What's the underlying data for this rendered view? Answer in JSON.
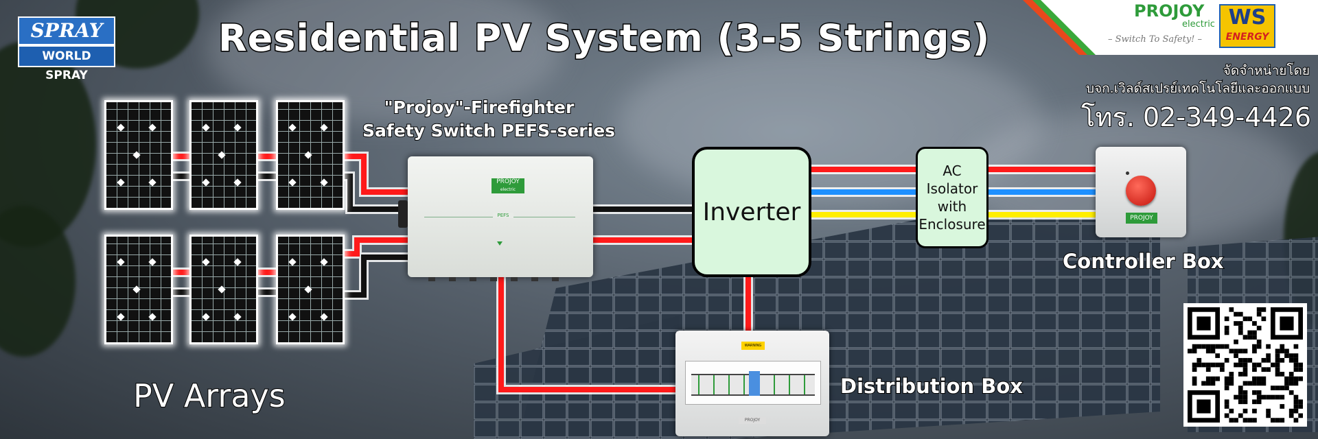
{
  "title": "Residential PV System (3-5 Strings)",
  "spray_logo": {
    "top": "SPRAY",
    "bottom": "WORLD SPRAY"
  },
  "brand": {
    "projoy": "PROJOY",
    "projoy_sub": "electric",
    "slogan": "– Switch To Safety! –",
    "ws": "WS",
    "ws_sub": "ENERGY"
  },
  "distributor": {
    "line1": "จัดจำหน่ายโดย",
    "line2": "บจก.เวิลด์สเปรย์เทคโนโลยีและออกแบบ",
    "phone": "โทร. 02-349-4426"
  },
  "labels": {
    "pefs_caption_1": "\"Projoy\"-Firefighter",
    "pefs_caption_2": "Safety Switch PEFS-series",
    "inverter": "Inverter",
    "ac_isolator": [
      "AC",
      "Isolator",
      "with",
      "Enclosure"
    ],
    "controller_box": "Controller Box",
    "distribution_box": "Distribution Box",
    "pv_arrays": "PV Arrays"
  },
  "device_text": {
    "pefs_badge": "PROJOY",
    "pefs_badge_sub": "electric",
    "pefs_model": "PEFS",
    "controller_badge": "PROJOY",
    "dist_warning": "WARNING",
    "dist_badge": "PROJOY"
  },
  "colors": {
    "dc_positive": "#ff1a1a",
    "dc_negative": "#111111",
    "ac_line_red": "#ff1a1a",
    "ac_line_blue": "#1e90ff",
    "ac_line_yellow": "#ffee00",
    "box_fill": "#d9f7dd",
    "projoy_green": "#2e9b3a",
    "ws_yellow": "#f5c400"
  },
  "icons": [
    "solar-panel-icon",
    "emergency-stop-button-icon",
    "qr-code-icon"
  ]
}
